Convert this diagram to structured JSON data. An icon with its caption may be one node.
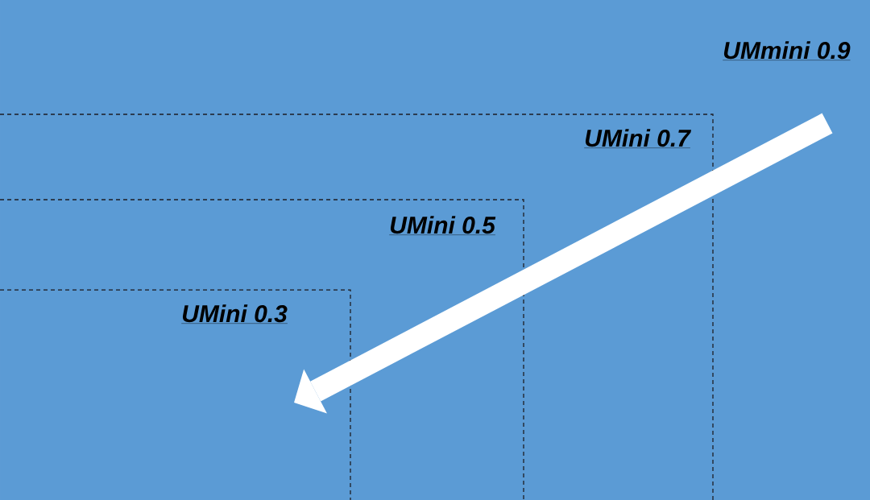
{
  "diagram": {
    "nodes": [
      {
        "text": [
          "UMmini 0.9"
        ]
      },
      {
        "text": [
          "UMini 0.7"
        ],
        "in": 0
      },
      {
        "text": [
          "UMini 0.5"
        ],
        "in": 1
      },
      {
        "text": [
          "UMini 0.3"
        ],
        "in": 2
      }
    ],
    "edges": [
      {
        "from": 0,
        "to": 3,
        "arrow": "to",
        "color": "#ffffff"
      }
    ]
  }
}
